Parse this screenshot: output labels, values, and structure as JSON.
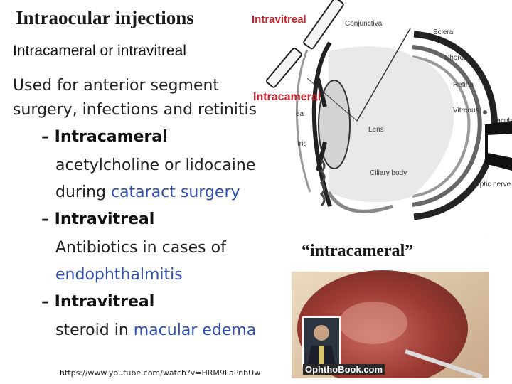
{
  "slide": {
    "title": "Intraocular injections",
    "subtitle": "Intracameral or intravitreal",
    "intro_line1": "Used for anterior segment",
    "intro_line2": "surgery, infections and retinitis",
    "bullets": [
      {
        "dash": "– Intracameral",
        "line1": "acetylcholine or lidocaine",
        "line2_prefix": "during ",
        "line2_highlight": "cataract surgery"
      },
      {
        "dash": "– Intravitreal",
        "line1": "Antibiotics in cases of",
        "line2_prefix": "",
        "line2_highlight": "endophthalmitis"
      },
      {
        "dash": "– Intravitreal",
        "line1_prefix": "steroid in ",
        "line1_highlight": "macular edema"
      }
    ],
    "source_url": "https://www.youtube.com/watch?v=HRM9LaPnbUw"
  },
  "diagram": {
    "heading_intravitreal": "Intravitreal",
    "heading_intracameral": "Intracameral",
    "labels": {
      "conjunctiva": "Conjunctiva",
      "sclera": "Sclera",
      "choroid": "Choroid",
      "retina": "Retina",
      "vitreous": "Vitreous",
      "macula": "Macula",
      "lens": "Lens",
      "iris": "Iris",
      "ciliary_body": "Ciliary body",
      "optic_nerve": "Optic nerve",
      "cornea_partial": "ea"
    }
  },
  "photo": {
    "caption": "“intracameral”",
    "watermark": "OphthoBook.com"
  },
  "colors": {
    "highlight_blue": "#2f4fb0",
    "diagram_red": "#c8202a",
    "photo_red": "#a8413a"
  }
}
